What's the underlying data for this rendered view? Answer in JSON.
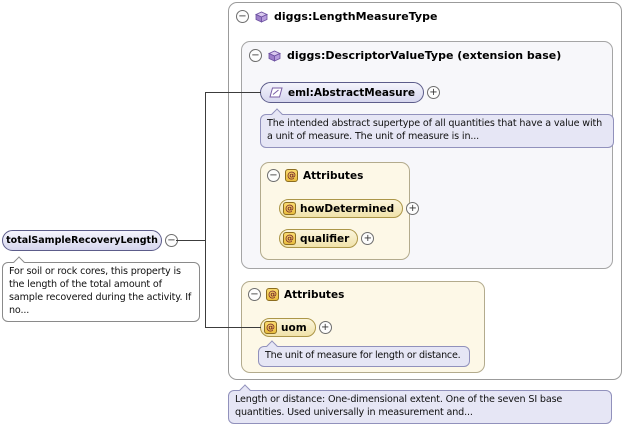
{
  "icons": {
    "minus": "−",
    "plus": "+",
    "at": "@"
  },
  "element": {
    "label": "totalSampleRecoveryLength",
    "doc": "For soil or rock cores, this property is the length of the total amount of sample recovered during the activity. If no..."
  },
  "length_measure_type": {
    "title": "diggs:LengthMeasureType",
    "doc": "Length or distance: One-dimensional extent. One of the seven SI base quantities. Used universally in measurement and..."
  },
  "descriptor_value_type": {
    "title": "diggs:DescriptorValueType (extension base)",
    "abstract_measure": {
      "label": "eml:AbstractMeasure",
      "doc": "The intended abstract supertype of all quantities that have a value with a unit of measure. The unit of measure is in..."
    },
    "attributes": {
      "title": "Attributes",
      "items": [
        "howDetermined",
        "qualifier"
      ]
    }
  },
  "uom_attributes": {
    "title": "Attributes",
    "items": [
      "uom"
    ],
    "doc": "The unit of measure for length or distance."
  }
}
